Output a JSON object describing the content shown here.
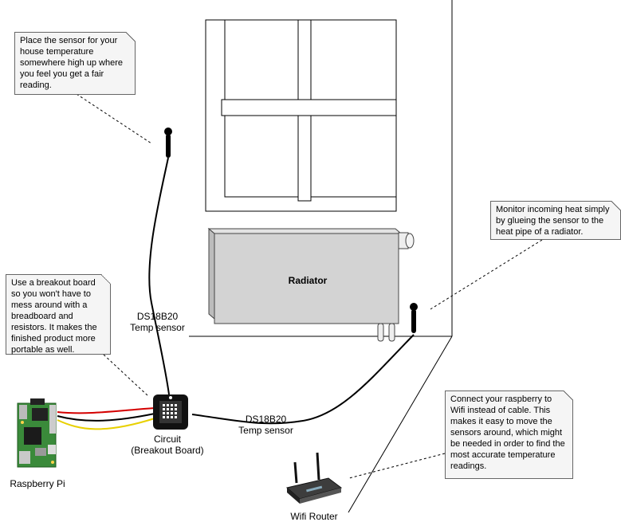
{
  "notes": {
    "house_sensor": "Place the sensor for your house temperature somewhere high up where you feel you get a fair reading.",
    "radiator_sensor": "Monitor incoming heat simply by glueing the sensor to the heat pipe of a radiator.",
    "breakout_board": "Use a breakout board so you won't have to mess around with a breadboard and resistors. It makes the finished product more portable as well.",
    "wifi": "Connect your raspberry to Wifi instead of cable. This makes it easy to move the sensors around, which might be needed in order to find the most accurate temperature readings."
  },
  "labels": {
    "radiator": "Radiator",
    "sensor1_line1": "DS18B20",
    "sensor1_line2": "Temp sensor",
    "sensor2_line1": "DS18B20",
    "sensor2_line2": "Temp sensor",
    "circuit_line1": "Circuit",
    "circuit_line2": "(Breakout Board)",
    "raspberry": "Raspberry Pi",
    "router": "Wifi Router"
  },
  "colors": {
    "note_fill": "#f5f5f5",
    "radiator_fill": "#d3d3d3",
    "wire_red": "#d40000",
    "wire_yellow": "#e8d000",
    "wire_black": "#000000",
    "board_green": "#3a8a3a"
  }
}
